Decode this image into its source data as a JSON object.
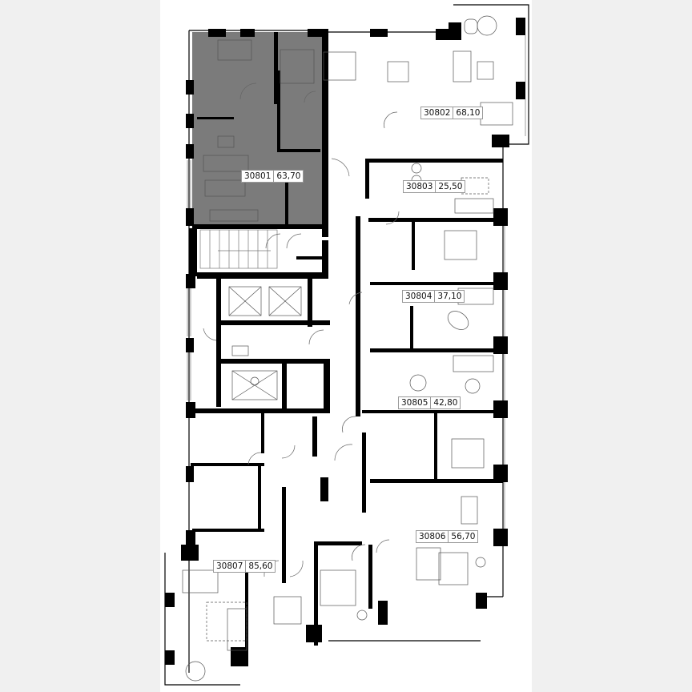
{
  "plan": {
    "type": "residential floor plan",
    "floor_prefix": "308",
    "highlight_color": "#7b7b7b",
    "wall_color": "#000000",
    "background_color": "#f0f0f0",
    "panel_color": "#ffffff"
  },
  "apartments": [
    {
      "number": "30801",
      "area": "63,70",
      "highlighted": true
    },
    {
      "number": "30802",
      "area": "68,10",
      "highlighted": false
    },
    {
      "number": "30803",
      "area": "25,50",
      "highlighted": false
    },
    {
      "number": "30804",
      "area": "37,10",
      "highlighted": false
    },
    {
      "number": "30805",
      "area": "42,80",
      "highlighted": false
    },
    {
      "number": "30806",
      "area": "56,70",
      "highlighted": false
    },
    {
      "number": "30807",
      "area": "85,60",
      "highlighted": false
    }
  ],
  "core": {
    "elements": [
      "stairwell",
      "elevator-1",
      "elevator-2",
      "freight-elevator",
      "wheelchair-area",
      "corridor"
    ]
  }
}
